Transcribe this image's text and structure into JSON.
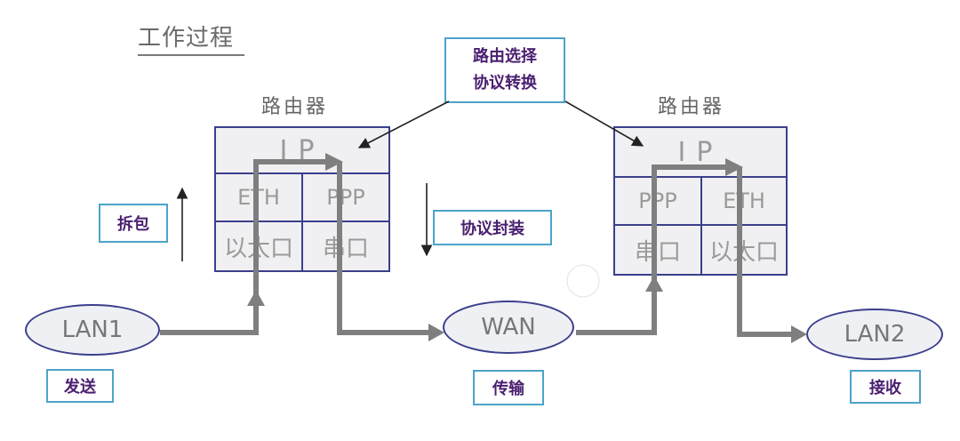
{
  "title": "工作过程",
  "routers": [
    {
      "label": "路由器",
      "ip": "IP",
      "left_proto": "ETH",
      "right_proto": "PPP",
      "left_port": "以太口",
      "right_port": "串口"
    },
    {
      "label": "路由器",
      "ip": "IP",
      "left_proto": "PPP",
      "right_proto": "ETH",
      "left_port": "串口",
      "right_port": "以太口"
    }
  ],
  "networks": {
    "lan1": "LAN1",
    "wan": "WAN",
    "lan2": "LAN2"
  },
  "notes": {
    "routing_line1": "路由选择",
    "routing_line2": "协议转换",
    "unpack": "拆包",
    "encap": "协议封装",
    "send": "发送",
    "transmit": "传输",
    "receive": "接收"
  },
  "colors": {
    "box_border": "#3b3f8c",
    "box_fill": "#f0f0f2",
    "flow_arrow": "#7f7f7f",
    "note_border": "#4da3c9",
    "note_text": "#4a1f70"
  }
}
